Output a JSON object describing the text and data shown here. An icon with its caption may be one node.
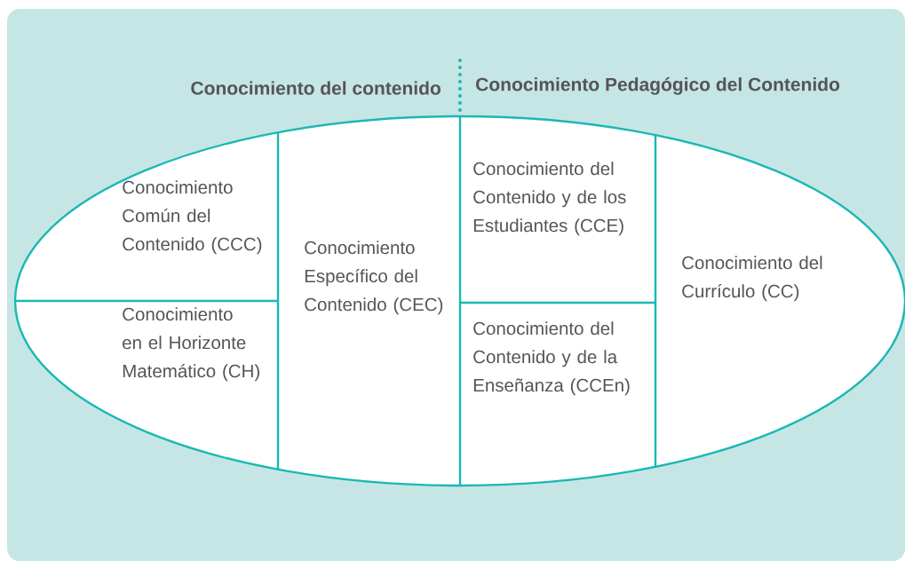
{
  "diagram": {
    "nodes": [
      {
        "text": [
          "Conocimiento Común del Contenido (CCC)"
        ]
      },
      {
        "text": [
          "Conocimiento en el Horizonte Matemático (CH)"
        ]
      },
      {
        "text": [
          "Conocimiento Específico del Contenido (CEC)"
        ]
      },
      {
        "text": [
          "Conocimiento del Contenido y de los Estudiantes (CCE)"
        ]
      },
      {
        "text": [
          "Conocimiento del Contenido y de la Enseñanza (CCEn)"
        ]
      },
      {
        "text": [
          "Conocimiento del Currículo (CC)"
        ]
      }
    ],
    "edges": [],
    "labels": [
      "Conocimiento del contenido",
      "Conocimiento Pedagógico del Contenido"
    ]
  }
}
